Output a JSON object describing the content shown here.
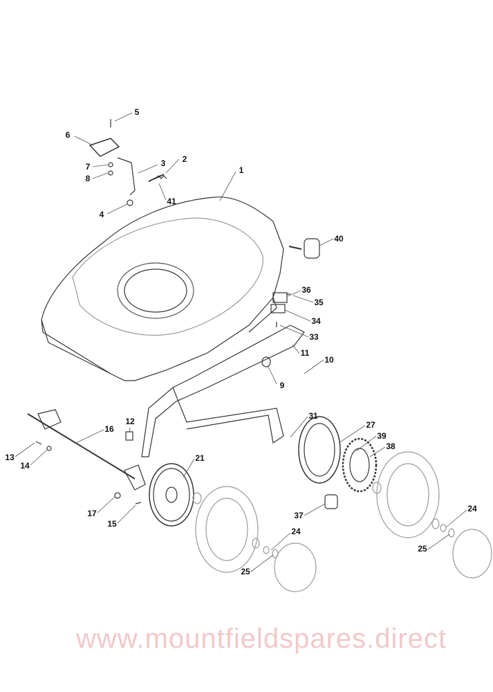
{
  "watermark": "www.mountfieldspares.direct",
  "callouts": [
    "1",
    "2",
    "3",
    "4",
    "5",
    "6",
    "7",
    "8",
    "9",
    "10",
    "11",
    "12",
    "13",
    "14",
    "15",
    "16",
    "17",
    "21",
    "24",
    "24",
    "25",
    "25",
    "27",
    "31",
    "33",
    "34",
    "35",
    "36",
    "37",
    "38",
    "39",
    "40",
    "41"
  ],
  "colors": {
    "line": "#222222",
    "part": "#444444",
    "wheel": "#999999",
    "watermark": "#f2c8c8"
  }
}
